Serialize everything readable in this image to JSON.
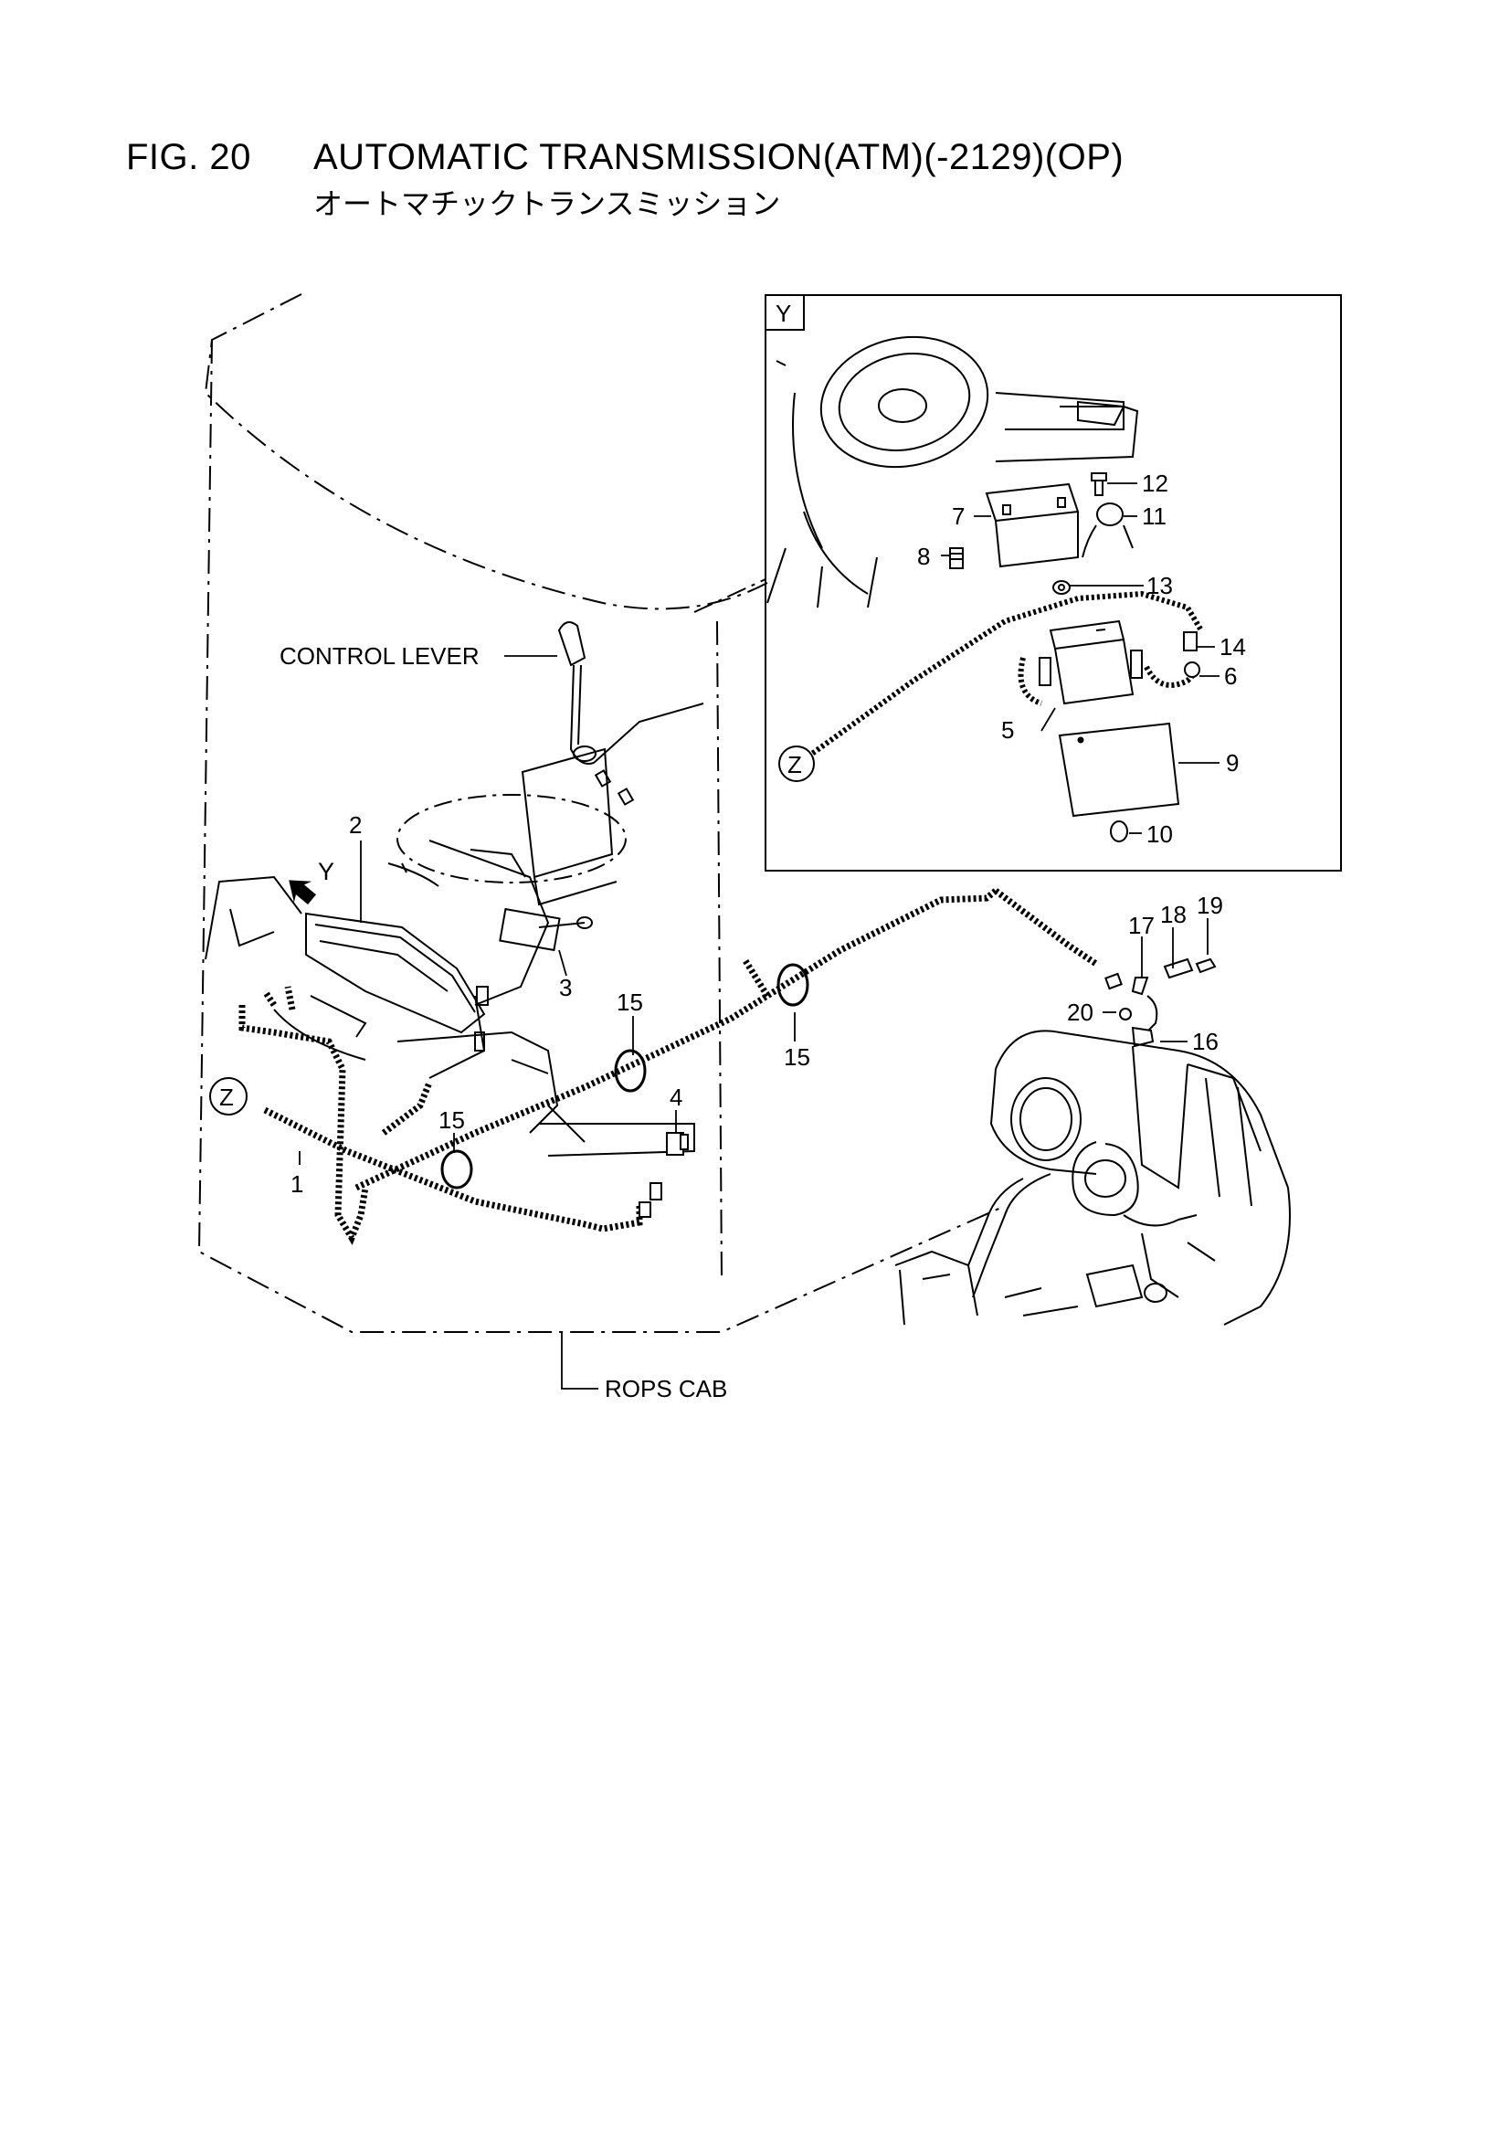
{
  "header": {
    "fig": "FIG. 20",
    "title": "AUTOMATIC TRANSMISSION(ATM)(-2129)(OP)",
    "subtitle_jp": "オートマチックトランスミッション"
  },
  "labels": {
    "control_lever": "CONTROL LEVER",
    "rops_cab": "ROPS CAB",
    "view_y": "Y",
    "arrow_y": "Y",
    "z": "Z"
  },
  "callouts": {
    "p1": "1",
    "p2": "2",
    "p3": "3",
    "p4": "4",
    "p5": "5",
    "p6": "6",
    "p7": "7",
    "p8": "8",
    "p9": "9",
    "p10": "10",
    "p11": "11",
    "p12": "12",
    "p13": "13",
    "p14": "14",
    "p15a": "15",
    "p15b": "15",
    "p15c": "15",
    "p16": "16",
    "p17": "17",
    "p18": "18",
    "p19": "19",
    "p20": "20"
  }
}
